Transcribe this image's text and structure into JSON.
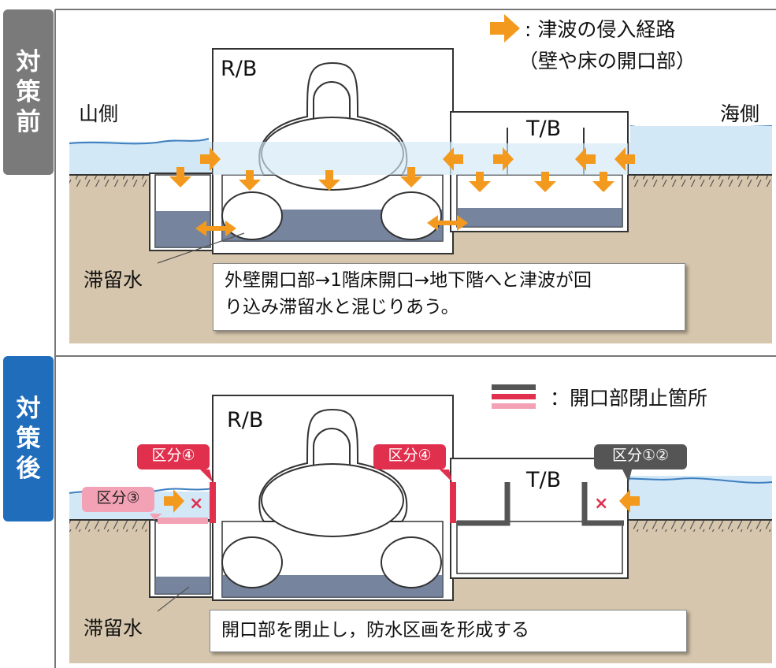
{
  "panel_before": {
    "tab": [
      "対",
      "策",
      "前"
    ],
    "legend_text": ": 津波の侵入経路",
    "legend_sub": "（壁や床の開口部）",
    "rb_label": "R/B",
    "tb_label": "T/B",
    "mountain_side": "山側",
    "sea_side": "海側",
    "stagnant_water": "滞留水",
    "note_line1": "外壁開口部→1階床開口→地下階へと津波が回",
    "note_line2": "り込み滞留水と混じりあう。"
  },
  "panel_after": {
    "tab": [
      "対",
      "策",
      "後"
    ],
    "legend_text": "：開口部閉止箇所",
    "rb_label": "R/B",
    "tb_label": "T/B",
    "stagnant_water": "滞留水",
    "callout_left_rb": "区分④",
    "callout_right_rb": "区分④",
    "callout_trench": "区分③",
    "callout_tb": "区分①②",
    "note": "開口部を閉止し，防水区画を形成する"
  },
  "colors": {
    "tab_before": "#7a7a7a",
    "tab_after": "#1f6dbb",
    "water": "#cfe6f6",
    "ground": "#d6c6ad",
    "stagnant": "#5e6f8c",
    "arrow": "#f39a1e",
    "seal_red": "#e0304e",
    "seal_pink": "#f3a1b4",
    "seal_gray": "#555555"
  }
}
